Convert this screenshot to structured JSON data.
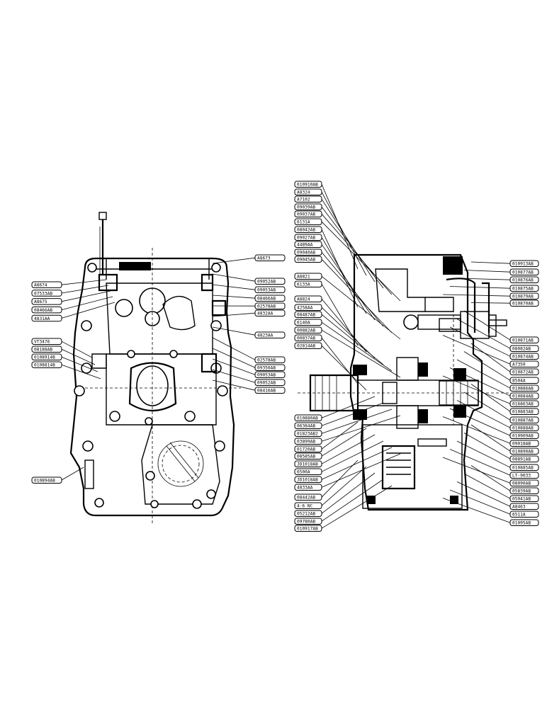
{
  "left_view": {
    "labels_left": [
      "A8674",
      "07533AB",
      "A8675",
      "08466AB",
      "4831AA",
      "VT3476",
      "08188AB",
      "0108914B",
      "0108814B",
      "010894AB"
    ],
    "labels_right": [
      "A8673",
      "09052AB",
      "09053AB",
      "08466AB",
      "02578AB",
      "4832AA",
      "4823AA",
      "02578AB",
      "09350AB",
      "09053AB",
      "09052AB",
      "08416AB"
    ]
  },
  "right_view": {
    "labels_left": [
      "010910AB",
      "A8324",
      "A7102",
      "09039AB",
      "09037AB",
      "6131A",
      "08042AB",
      "09027AB",
      "4489AA",
      "09040AB",
      "09045AB",
      "A8821",
      "6133A",
      "A8824",
      "4258AA",
      "08487AB",
      "6140A",
      "00882AB",
      "00837AB",
      "02814AB",
      "010880AB",
      "06384AB",
      "01823AB2",
      "03899AB",
      "01720AB",
      "08585AB",
      "JD1018AB",
      "6500A",
      "JD1018AB",
      "4833AA",
      "08442AB",
      "4-6 NC",
      "05212AB",
      "09780AB",
      "010917AB"
    ],
    "labels_right": [
      "010913AB",
      "010877AB",
      "010876AB",
      "010875AB",
      "010879AB",
      "010870AB",
      "010871AB",
      "08082AB",
      "010874AB",
      "A7350",
      "010872AB",
      "8504A",
      "010886AB",
      "010884AB",
      "016863AB",
      "010883AB",
      "010887AB",
      "010888AB",
      "010909AB",
      "09018AB",
      "010890AB",
      "08891AB",
      "010885AB",
      "LT-9033",
      "08090AB",
      "05839AB",
      "05041AB",
      "A8463",
      "6511A",
      "01095AB"
    ]
  }
}
